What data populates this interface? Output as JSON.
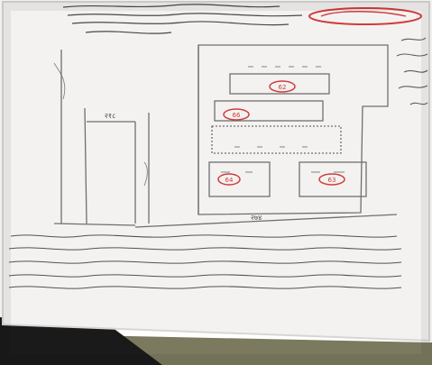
{
  "document": {
    "type": "photographed hand-drawn land survey map (Nepali script, illegible at this resolution)",
    "header_lines": [
      {
        "text_visible": false,
        "note_in_red": "red circled serial/value at top right"
      },
      {
        "text_visible": false
      },
      {
        "text_visible": false
      }
    ],
    "plots": [
      {
        "label": "62",
        "color": "#d23b3b"
      },
      {
        "label": "66",
        "color": "#d23b3b"
      },
      {
        "label": "64",
        "color": "#d23b3b"
      },
      {
        "label": "63",
        "color": "#d23b3b"
      }
    ],
    "dimension_labels": [
      "२१८",
      "२७४"
    ],
    "footer_rows": [
      {
        "text_visible": false
      },
      {
        "text_visible": false
      },
      {
        "text_visible": false
      },
      {
        "text_visible": false
      },
      {
        "text_visible": false
      }
    ]
  },
  "colors": {
    "paper": "#f3f2f1",
    "ink": "#2b2b2b",
    "pencil": "#6f6f6f",
    "red": "#d23b3b",
    "shadow": "#1a1a1a",
    "floor": "#7b7a5f"
  }
}
